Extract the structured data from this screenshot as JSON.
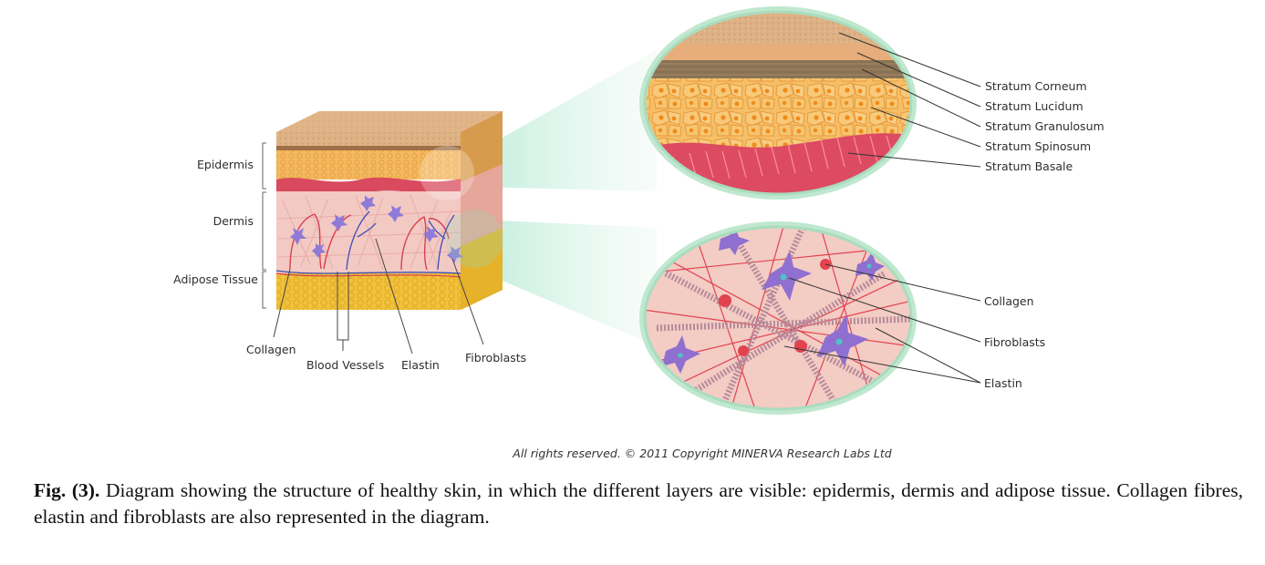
{
  "left_labels": {
    "epidermis": "Epidermis",
    "dermis": "Dermis",
    "adipose": "Adipose Tissue"
  },
  "bottom_labels": {
    "collagen": "Collagen",
    "blood_vessels": "Blood Vessels",
    "elastin": "Elastin",
    "fibroblasts": "Fibroblasts"
  },
  "epidermis_zoom_labels": [
    "Stratum Corneum",
    "Stratum Lucidum",
    "Stratum Granulosum",
    "Stratum Spinosum",
    "Stratum Basale"
  ],
  "dermis_zoom_labels": {
    "collagen": "Collagen",
    "fibroblasts": "Fibroblasts",
    "elastin": "Elastin"
  },
  "copyright": "All rights reserved. © 2011 Copyright MINERVA Research Labs Ltd",
  "caption": {
    "prefix": "Fig. (3).",
    "text": " Diagram showing the structure of healthy skin, in which the different layers are visible: epidermis, dermis and adipose tissue. Collagen fibres, elastin and fibroblasts are also represented in the diagram."
  },
  "colors": {
    "skin_surface": "#d9a77a",
    "epidermis": "#f2b763",
    "basale": "#d94a5e",
    "dermis": "#f3c9c3",
    "adipose": "#f1c23c",
    "zoom_halo": "#bfe8cf",
    "fibroblast": "#8f6fcf",
    "collagen_fibre": "#b78a9a",
    "elastin": "#e2434f"
  }
}
